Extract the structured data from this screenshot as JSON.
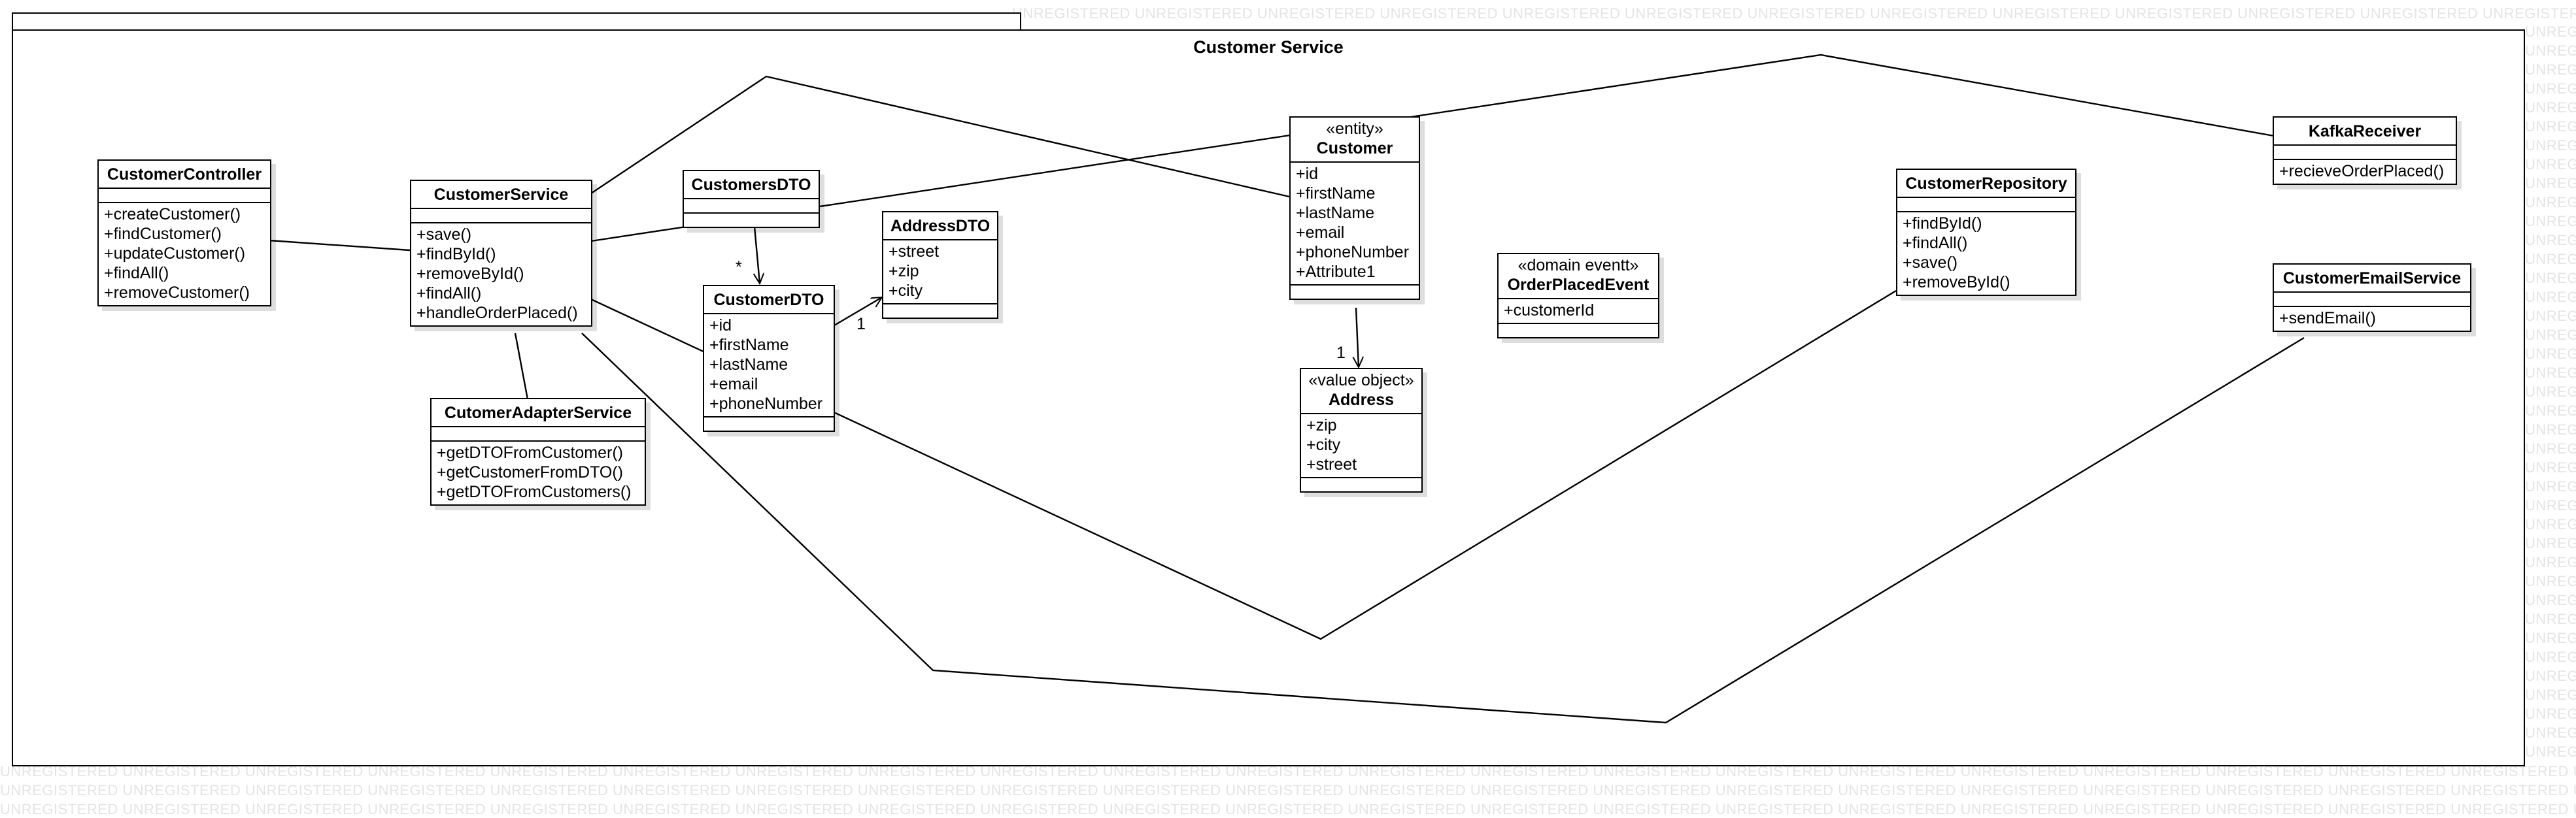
{
  "watermark_text": "UNREGISTERED",
  "package": {
    "title": "Customer Service"
  },
  "classes": {
    "customer_controller": {
      "name": "CustomerController",
      "attributes": [],
      "operations": [
        "+createCustomer()",
        "+findCustomer()",
        "+updateCustomer()",
        "+findAll()",
        "+removeCustomer()"
      ]
    },
    "customer_service": {
      "name": "CustomerService",
      "attributes": [],
      "operations": [
        "+save()",
        "+findById()",
        "+removeById()",
        "+findAll()",
        "+handleOrderPlaced()"
      ]
    },
    "customers_dto": {
      "name": "CustomersDTO",
      "attributes": [],
      "operations": []
    },
    "customer_dto": {
      "name": "CustomerDTO",
      "attributes": [
        "+id",
        "+firstName",
        "+lastName",
        "+email",
        "+phoneNumber"
      ],
      "operations": []
    },
    "address_dto": {
      "name": "AddressDTO",
      "attributes": [
        "+street",
        "+zip",
        "+city"
      ],
      "operations": []
    },
    "customer_adapter_service": {
      "name": "CutomerAdapterService",
      "attributes": [],
      "operations": [
        "+getDTOFromCustomer()",
        "+getCustomerFromDTO()",
        "+getDTOFromCustomers()"
      ]
    },
    "customer": {
      "stereotype": "«entity»",
      "name": "Customer",
      "attributes": [
        "+id",
        "+firstName",
        "+lastName",
        "+email",
        "+phoneNumber",
        "+Attribute1"
      ],
      "operations": []
    },
    "address": {
      "stereotype": "«value object»",
      "name": "Address",
      "attributes": [
        "+zip",
        "+city",
        "+street"
      ],
      "operations": []
    },
    "order_placed_event": {
      "stereotype": "«domain eventt»",
      "name": "OrderPlacedEvent",
      "attributes": [
        "+customerId"
      ],
      "operations": []
    },
    "customer_repository": {
      "name": "CustomerRepository",
      "attributes": [],
      "operations": [
        "+findById()",
        "+findAll()",
        "+save()",
        "+removeById()"
      ]
    },
    "kafka_receiver": {
      "name": "KafkaReceiver",
      "attributes": [],
      "operations": [
        "+recieveOrderPlaced()"
      ]
    },
    "customer_email_service": {
      "name": "CustomerEmailService",
      "attributes": [],
      "operations": [
        "+sendEmail()"
      ]
    }
  },
  "multiplicities": {
    "customers_to_customer_dto": "*",
    "customer_dto_to_address_dto": "1",
    "customer_to_address": "1"
  }
}
